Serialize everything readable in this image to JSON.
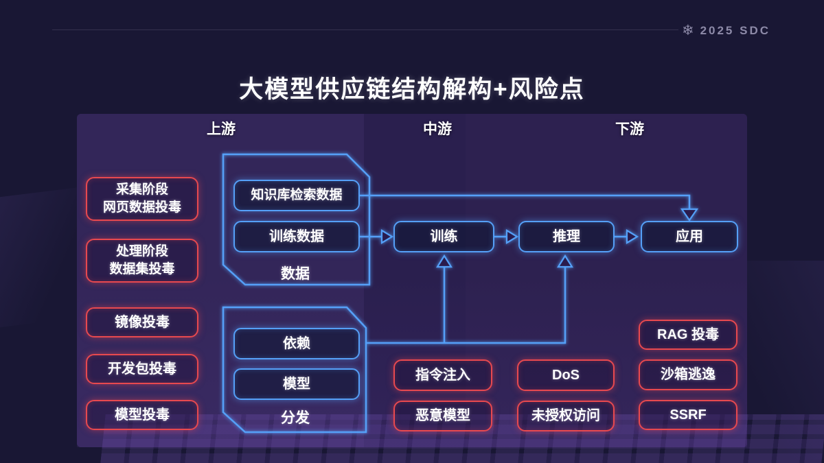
{
  "header": {
    "logo_icon": "❄",
    "logo_text": "2025 SDC"
  },
  "title": "大模型供应链结构解构+风险点",
  "columns": [
    "上游",
    "中游",
    "下游"
  ],
  "upstream": {
    "risk_boxes": [
      "采集阶段\n网页数据投毒",
      "处理阶段\n数据集投毒",
      "镜像投毒",
      "开发包投毒",
      "模型投毒"
    ],
    "data_group": {
      "label": "数据",
      "items": [
        "知识库检索数据",
        "训练数据"
      ]
    },
    "distribution_group": {
      "label": "分发",
      "items": [
        "依赖",
        "模型"
      ]
    }
  },
  "pipeline": [
    "训练",
    "推理",
    "应用"
  ],
  "midstream_risks": [
    "指令注入",
    "DoS",
    "恶意模型",
    "未授权访问"
  ],
  "downstream_risks": [
    "RAG 投毒",
    "沙箱逃逸",
    "SSRF"
  ],
  "colors": {
    "background": "#191734",
    "panel": "#2e2156",
    "risk_border": "#e8494f",
    "flow_border": "#55a0f8"
  }
}
